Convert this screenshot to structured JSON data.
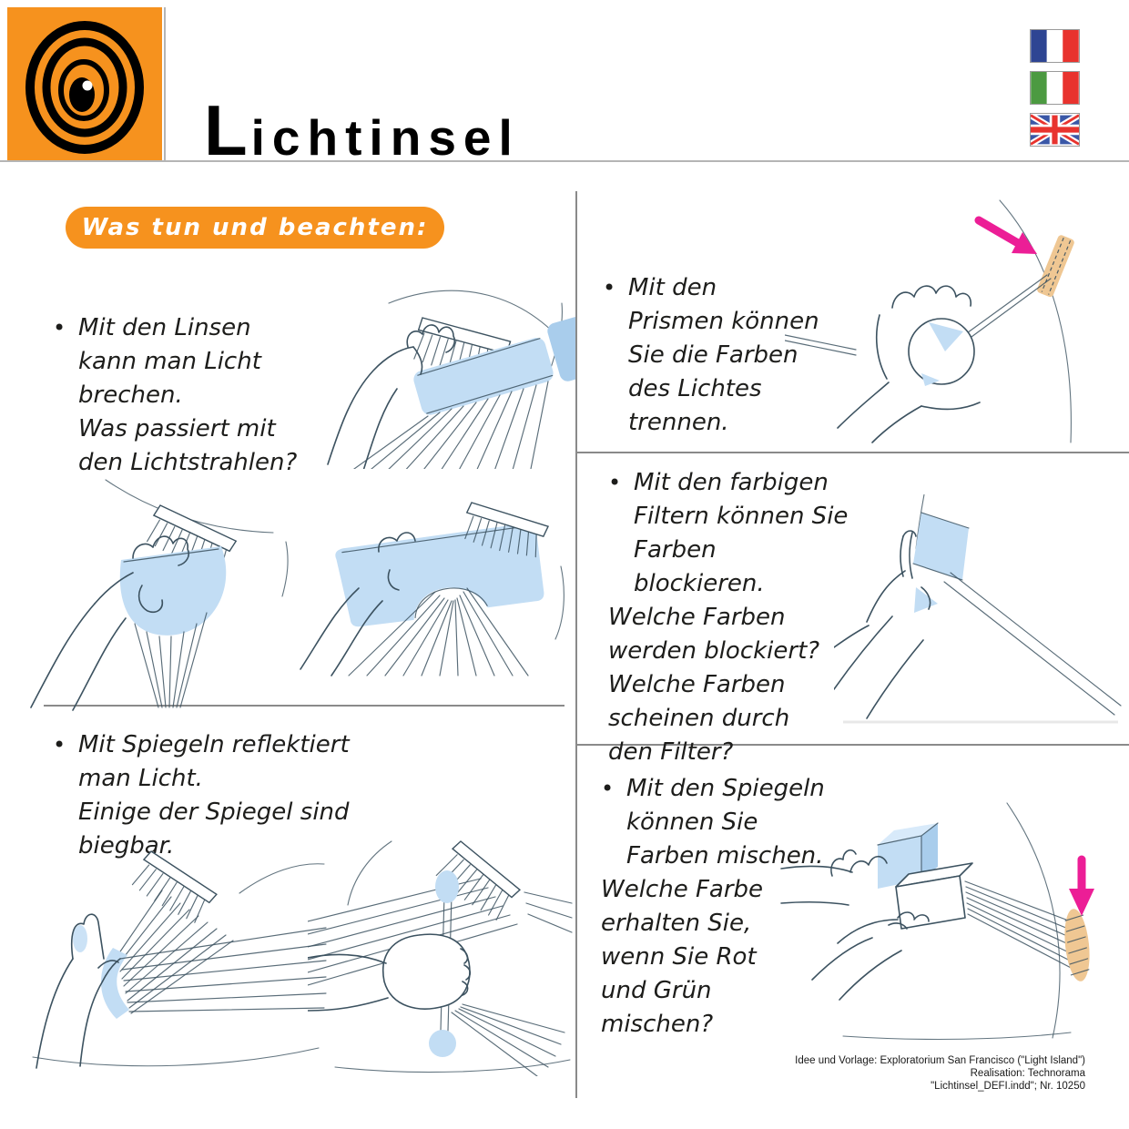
{
  "header": {
    "title": "Lichtinsel",
    "title_initial": "L",
    "title_rest": "ichtinsel",
    "logo": "target-eye-logo",
    "flags": [
      {
        "id": "flag-france",
        "label": "France"
      },
      {
        "id": "flag-italy",
        "label": "Italy"
      },
      {
        "id": "flag-uk",
        "label": "United Kingdom"
      }
    ]
  },
  "banner": {
    "label": "Was tun und beachten:"
  },
  "ui": {
    "bullet": "•"
  },
  "left": {
    "lenses": {
      "text": "Mit den Linsen\nkann man Licht\nbrechen.\nWas passiert mit\nden Lichtstrahlen?"
    },
    "mirrors": {
      "text": "Mit Spiegeln reflektiert\nman Licht.\nEinige der Spiegel sind\nbiegbar."
    }
  },
  "right": {
    "prisms": {
      "text": "Mit den\nPrismen können\nSie die Farben\ndes Lichtes\ntrennen."
    },
    "filters": {
      "text": "Mit den farbigen\nFiltern können Sie\nFarben blockieren.",
      "q1": "Welche Farben\nwerden blockiert?",
      "q2": "Welche Farben\nscheinen durch\nden Filter?"
    },
    "mixing": {
      "text": "Mit den Spiegeln\nkönnen Sie\nFarben mischen.",
      "q1": "Welche Farbe\nerhalten Sie,\nwenn Sie Rot\nund Grün\nmischen?"
    }
  },
  "illustrations": {
    "cylinder_lens": "hand-placing-cylindrical-lens-in-light-rays",
    "converging_lens": "hand-holding-convex-lens-focusing-rays",
    "concave_lens": "hand-holding-concave-lens-spreading-rays",
    "flexible_mirror": "hand-bending-flexible-mirror-reflecting-rays",
    "rod_mirror": "hand-holding-rod-in-light-rays",
    "prism": "hand-holding-prism-splitting-light-onto-screen-edge",
    "color_filter": "hand-holding-color-filter-in-light-ray",
    "mixing_mirrors": "hands-holding-mirrors-mixing-colors-on-screen-edge"
  },
  "credits": {
    "line1": "Idee und Vorlage: Exploratorium San Francisco  (\"Light Island\")",
    "line2": "Realisation: Technorama",
    "line3": "\"Lichtinsel_DEFI.indd\"; Nr. 10250"
  },
  "colors": {
    "accent_orange": "#F6921E",
    "text_dark": "#1D1D1B",
    "sketch_stroke": "#3C5260",
    "sketch_blue": "#C2DDF4",
    "sketch_blue_dark": "#A9CDEC",
    "sketch_blue_light": "#D8EAFA",
    "magenta": "#EC1E96",
    "tan": "#EFC793",
    "divider": "#8A8A8A",
    "header_line": "#B5B5B5",
    "flag_blue_fr": "#2E4593",
    "flag_red": "#E8332E",
    "flag_green": "#4C9A41",
    "flag_blue_uk": "#3A57A7",
    "flag_border": "#9A9A9A"
  }
}
